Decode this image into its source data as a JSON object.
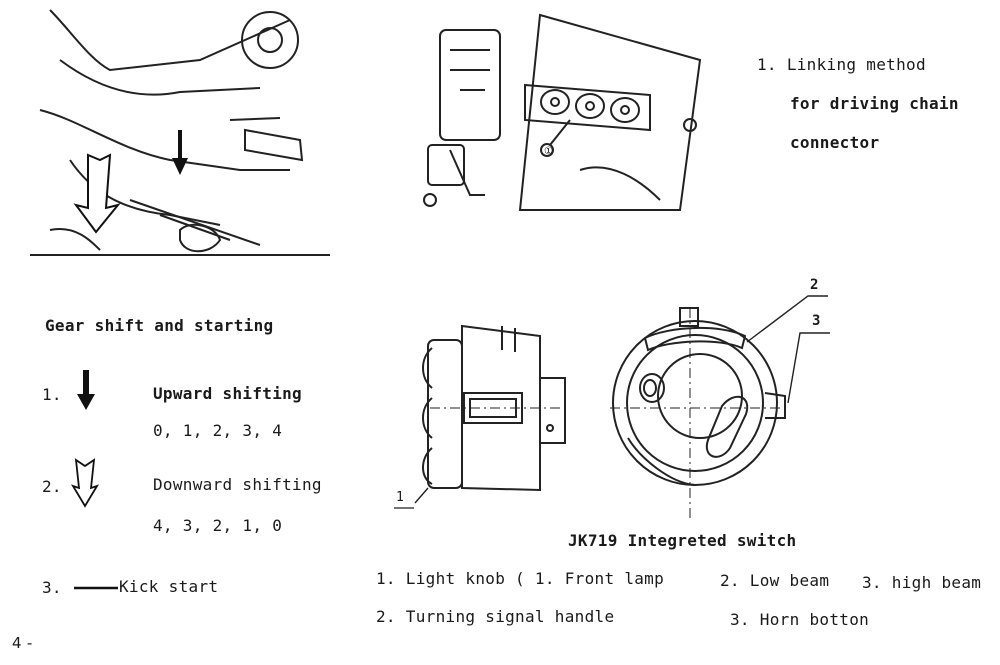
{
  "gear_section": {
    "title": "Gear shift and starting",
    "items": [
      {
        "number": "1.",
        "label": "Upward shifting",
        "sequence": "0, 1, 2, 3, 4",
        "icon": "solid-down-arrow-icon"
      },
      {
        "number": "2.",
        "label": "Downward shifting",
        "sequence": "4, 3, 2, 1, 0",
        "icon": "hollow-down-arrow-icon"
      },
      {
        "number": "3.",
        "label": "Kick start",
        "icon": "dash-line-icon"
      }
    ]
  },
  "chain_section": {
    "item_number": "1.",
    "lines": [
      "Linking method",
      "for driving chain",
      "connector"
    ],
    "callout": "①"
  },
  "switch_section": {
    "title": "JK719 Integreted switch",
    "callouts": [
      "1",
      "2",
      "3"
    ],
    "legend_row1": {
      "item1": "1. Light knob ( 1. Front lamp",
      "item2": "2. Low beam",
      "item3": "3. high beam"
    },
    "legend_row2": {
      "item1": "2. Turning signal handle",
      "item2": "3. Horn botton"
    }
  },
  "page_number": "4 -"
}
